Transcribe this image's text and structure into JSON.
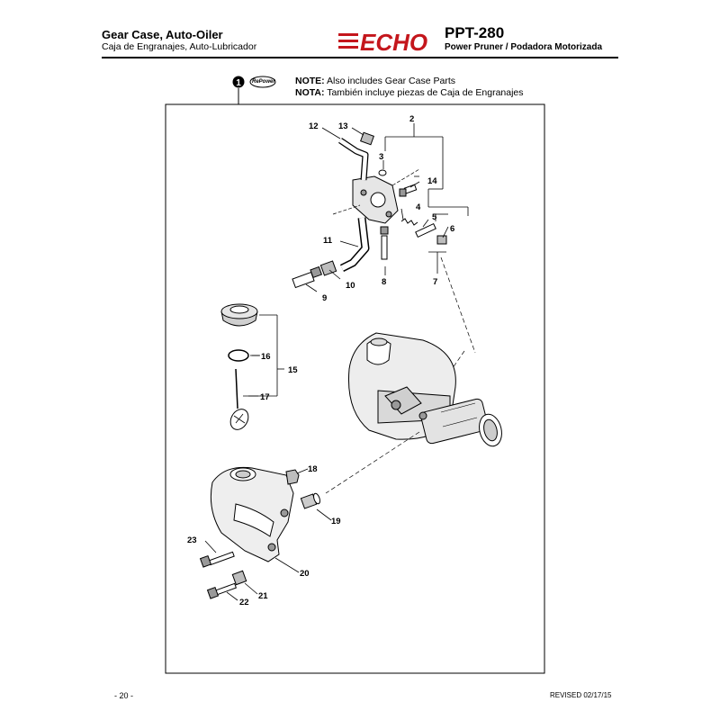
{
  "header": {
    "title": "Gear Case, Auto-Oiler",
    "subtitle": "Caja de Engranajes, Auto-Lubricador",
    "brand": "ECHO",
    "model": "PPT-280",
    "model_desc": "Power Pruner / Podadora Motorizada"
  },
  "note": {
    "marker": "1",
    "repower": "RePower",
    "en_label": "NOTE:",
    "en_text": "Also includes Gear Case Parts",
    "es_label": "NOTA:",
    "es_text": "También incluye piezas de Caja de Engranajes"
  },
  "parts": [
    {
      "n": "2"
    },
    {
      "n": "3"
    },
    {
      "n": "4"
    },
    {
      "n": "5"
    },
    {
      "n": "6"
    },
    {
      "n": "7"
    },
    {
      "n": "8"
    },
    {
      "n": "9"
    },
    {
      "n": "10"
    },
    {
      "n": "11"
    },
    {
      "n": "12"
    },
    {
      "n": "13"
    },
    {
      "n": "14"
    },
    {
      "n": "15"
    },
    {
      "n": "16"
    },
    {
      "n": "17"
    },
    {
      "n": "18"
    },
    {
      "n": "19"
    },
    {
      "n": "20"
    },
    {
      "n": "21"
    },
    {
      "n": "22"
    },
    {
      "n": "23"
    }
  ],
  "footer": {
    "page": "- 20 -",
    "revised": "REVISED 02/17/15"
  },
  "colors": {
    "ink": "#000000",
    "paper": "#ffffff",
    "shade": "#bdbdbd"
  }
}
